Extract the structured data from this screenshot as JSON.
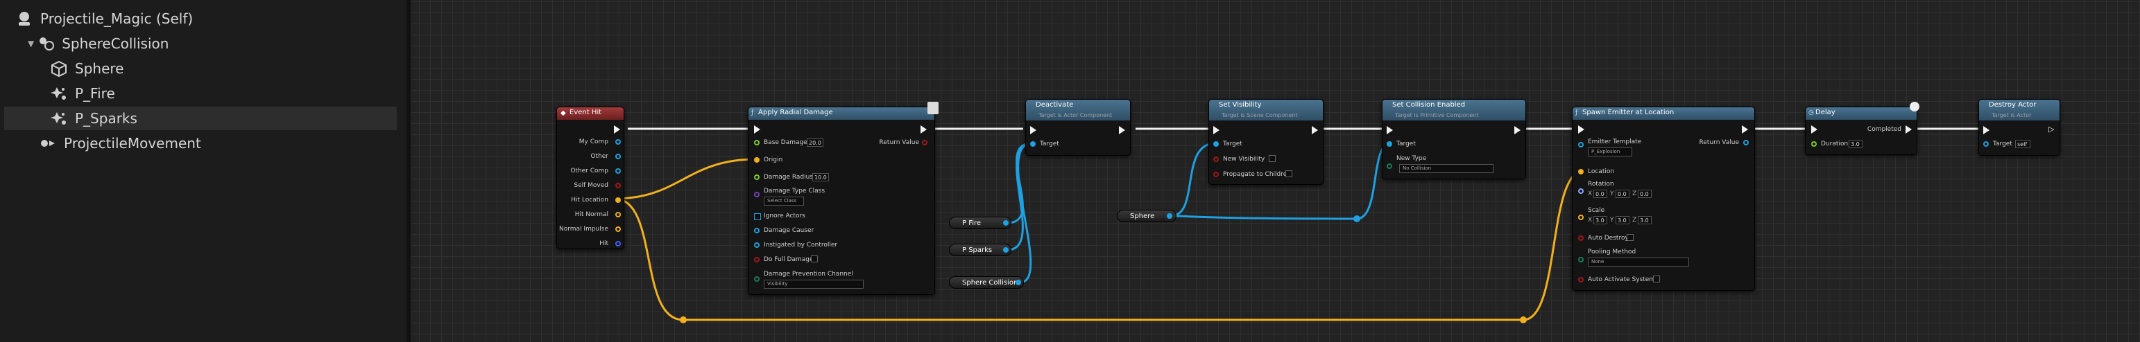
{
  "outliner": {
    "items": [
      {
        "label": "Projectile_Magic (Self)",
        "icon": "actor-icon"
      },
      {
        "label": "SphereCollision",
        "icon": "component-icon"
      },
      {
        "label": "Sphere",
        "icon": "cube-icon"
      },
      {
        "label": "P_Fire",
        "icon": "particle-icon"
      },
      {
        "label": "P_Sparks",
        "icon": "particle-icon"
      },
      {
        "label": "ProjectileMovement",
        "icon": "movement-icon"
      }
    ]
  },
  "nodes": {
    "event_hit": {
      "title": "Event Hit",
      "pins": [
        "My Comp",
        "Other",
        "Other Comp",
        "Self Moved",
        "Hit Location",
        "Hit Normal",
        "Normal Impulse",
        "Hit"
      ]
    },
    "apply_radial_damage": {
      "title": "Apply Radial Damage",
      "base_damage_label": "Base Damage",
      "base_damage_value": "20.0",
      "origin_label": "Origin",
      "damage_radius_label": "Damage Radius",
      "damage_radius_value": "10.0",
      "damage_type_label": "Damage Type Class",
      "damage_type_value": "Select Class",
      "ignore_actors_label": "Ignore Actors",
      "damage_causer_label": "Damage Causer",
      "instigated_label": "Instigated by Controller",
      "full_damage_label": "Do Full Damage",
      "prevention_label": "Damage Prevention Channel",
      "prevention_value": "Visibility",
      "return_label": "Return Value"
    },
    "deactivate": {
      "title": "Deactivate",
      "subtitle": "Target is Actor Component",
      "target_label": "Target"
    },
    "set_visibility": {
      "title": "Set Visibility",
      "subtitle": "Target is Scene Component",
      "target_label": "Target",
      "new_visibility_label": "New Visibility",
      "propagate_label": "Propagate to Children"
    },
    "set_collision": {
      "title": "Set Collision Enabled",
      "subtitle": "Target is Primitive Component",
      "target_label": "Target",
      "new_type_label": "New Type",
      "new_type_value": "No Collision"
    },
    "spawn_emitter": {
      "title": "Spawn Emitter at Location",
      "template_label": "Emitter Template",
      "template_value": "P_Explosion",
      "location_label": "Location",
      "rotation_label": "Rotation",
      "rx": "0.0",
      "ry": "0.0",
      "rz": "0.0",
      "scale_label": "Scale",
      "sx": "3.0",
      "sy": "3.0",
      "sz": "3.0",
      "auto_destroy_label": "Auto Destroy",
      "pooling_label": "Pooling Method",
      "pooling_value": "None",
      "auto_activate_label": "Auto Activate System",
      "return_label": "Return Value"
    },
    "delay": {
      "title": "Delay",
      "duration_label": "Duration",
      "duration_value": "3.0",
      "completed_label": "Completed"
    },
    "destroy_actor": {
      "title": "Destroy Actor",
      "subtitle": "Target is Actor",
      "target_label": "Target",
      "target_value": "self"
    }
  },
  "variables": {
    "p_fire": "P Fire",
    "p_sparks": "P Sparks",
    "sphere_collision": "Sphere Collision",
    "sphere": "Sphere"
  },
  "axis_letters": {
    "x": "X",
    "y": "Y",
    "z": "Z"
  },
  "colors": {
    "exec": "#f2f2f2",
    "object": "#1fa0e0",
    "vector": "#f0b020",
    "boolean": "#a01818",
    "float": "#7ccf2a",
    "function_header": "#3d627d",
    "event_header": "#8a2c2c"
  }
}
